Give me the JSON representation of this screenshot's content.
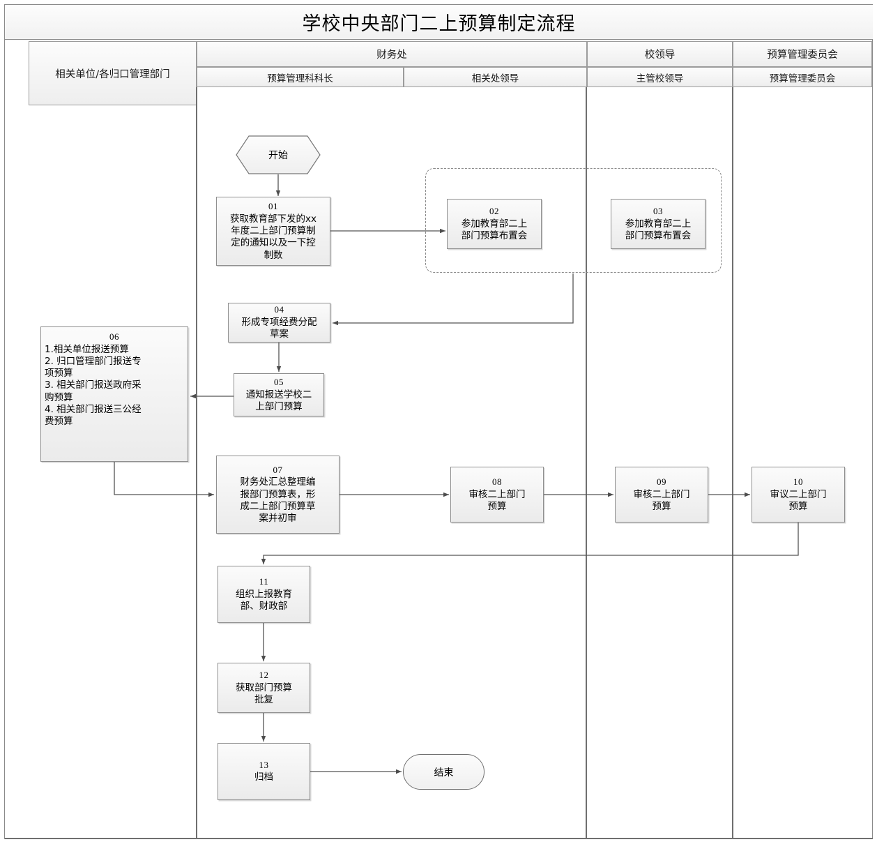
{
  "title": "学校中央部门二上预算制定流程",
  "lanes": {
    "top_row": [
      {
        "label": "相关单位/各归口管理部门",
        "merged_rows": 2
      },
      {
        "label": "财务处"
      },
      {
        "label": "校领导"
      },
      {
        "label": "预算管理委员会"
      }
    ],
    "sub_row": [
      {
        "label": "预算管理科科长"
      },
      {
        "label": "相关处领导"
      },
      {
        "label": "主管校领导"
      },
      {
        "label": "预算管理委员会"
      }
    ]
  },
  "nodes": {
    "start": {
      "label": "开始",
      "shape": "hexagon"
    },
    "n01": {
      "num": "01",
      "text": "获取教育部下发的xx\n年度二上部门预算制\n定的通知以及一下控\n制数"
    },
    "n02": {
      "num": "02",
      "text": "参加教育部二上\n部门预算布置会"
    },
    "n03": {
      "num": "03",
      "text": "参加教育部二上\n部门预算布置会"
    },
    "n04": {
      "num": "04",
      "text": "形成专项经费分配\n草案"
    },
    "n05": {
      "num": "05",
      "text": "通知报送学校二\n上部门预算"
    },
    "n06": {
      "num": "06",
      "text": "1.相关单位报送预算\n2. 归口管理部门报送专\n项预算\n3. 相关部门报送政府采\n购预算\n4. 相关部门报送三公经\n费预算"
    },
    "n07": {
      "num": "07",
      "text": "财务处汇总整理编\n报部门预算表，形\n成二上部门预算草\n案并初审"
    },
    "n08": {
      "num": "08",
      "text": "审核二上部门\n预算"
    },
    "n09": {
      "num": "09",
      "text": "审核二上部门\n预算"
    },
    "n10": {
      "num": "10",
      "text": "审议二上部门\n预算"
    },
    "n11": {
      "num": "11",
      "text": "组织上报教育\n部、财政部"
    },
    "n12": {
      "num": "12",
      "text": "获取部门预算\n批复"
    },
    "n13": {
      "num": "13",
      "text": "归档"
    },
    "end": {
      "label": "结束",
      "shape": "rounded"
    }
  },
  "colors": {
    "node_fill_top": "#fbfbfb",
    "node_fill_bottom": "#ebebeb",
    "node_border": "#8f8f8f",
    "lane_border": "#6f6f6f",
    "connector": "#555555",
    "text": "#000000"
  },
  "connectors": [
    {
      "from": "start",
      "to": "n01"
    },
    {
      "from": "n01",
      "to": "n02"
    },
    {
      "from": "n02_group",
      "to": "n04"
    },
    {
      "from": "n04",
      "to": "n05"
    },
    {
      "from": "n05",
      "to": "n06"
    },
    {
      "from": "n06",
      "to": "n07"
    },
    {
      "from": "n07",
      "to": "n08"
    },
    {
      "from": "n08",
      "to": "n09"
    },
    {
      "from": "n09",
      "to": "n10"
    },
    {
      "from": "n10",
      "to": "n11"
    },
    {
      "from": "n11",
      "to": "n12"
    },
    {
      "from": "n12",
      "to": "n13"
    },
    {
      "from": "n13",
      "to": "end"
    }
  ]
}
